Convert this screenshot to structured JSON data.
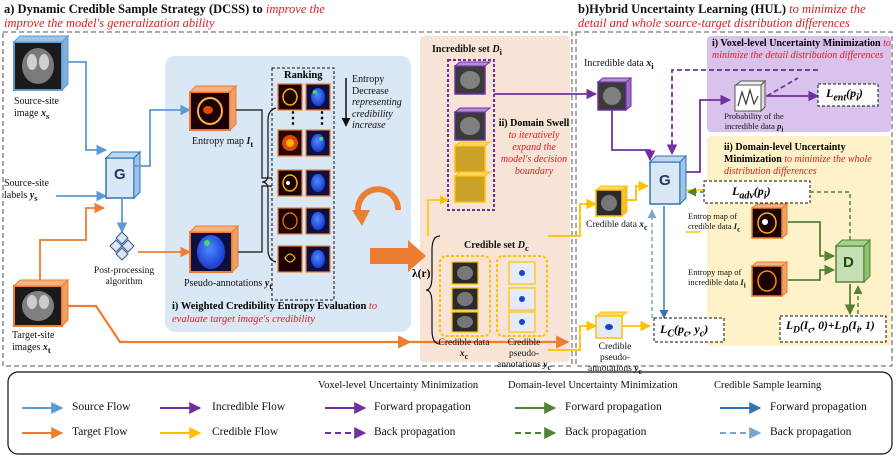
{
  "section_a": {
    "title": "a) Dynamic Credible Sample Strategy (DCSS) to",
    "subtitle": "improve the model's generalization ability"
  },
  "section_b": {
    "title": "b)Hybrid Uncertainty Learning (HUL)",
    "subtitle_lead": "to minimize the",
    "subtitle_rest": "detail and whole source-target distribution differences"
  },
  "left": {
    "source_image": "Source-site image",
    "source_image_var": "x",
    "source_image_sub": "s",
    "source_labels": "Source-site labels",
    "source_labels_var": "y",
    "source_labels_sub": "s",
    "target_images": "Target-site images",
    "target_images_var": "x",
    "target_images_sub": "t",
    "post_processing": "Post-processing algorithm",
    "G_label": "G"
  },
  "panel_blue": {
    "entropy_map": "Entropy map",
    "entropy_var": "I",
    "entropy_sub": "t",
    "pseudo_annotations": "Pseudo-annotations",
    "pseudo_var": "y",
    "pseudo_sub": "t",
    "ranking": "Ranking",
    "entropy_decrease": "Entropy Decrease",
    "credibility_note": "representing credibility increase",
    "wce_title": "i) Weighted Credibility Entropy Evaluation",
    "wce_tail": "to",
    "wce_sub": "evaluate target image's credibility",
    "dots": "⋮"
  },
  "panel_peach": {
    "incredible_set": "Incredible set",
    "incredible_var": "D",
    "incredible_sub": "i",
    "domain_swell": "ii) Domain Swell",
    "domain_swell_desc": "to iteratively expand the model's decision boundary",
    "credible_set": "Credible set",
    "credible_var": "D",
    "credible_sub": "c",
    "lambda": "λ(r)",
    "credible_data": "Credible data",
    "credible_data_var": "x",
    "credible_data_sub": "c",
    "credible_pseudo": "Credible pseudo-annotations",
    "credible_pseudo_var": "y",
    "credible_pseudo_sub": "c"
  },
  "right": {
    "incredible_data": "Incredible data",
    "incredible_data_var": "x",
    "incredible_data_sub": "i",
    "credible_data": "Credible data",
    "credible_data_var": "x",
    "credible_data_sub": "c",
    "credible_pseudo": "Credible pseudo-annotations",
    "credible_pseudo_var": "y",
    "credible_pseudo_sub": "c",
    "voxel_title": "i) Voxel-level Uncertainty Minimization",
    "voxel_tail": "to",
    "voxel_sub": "minimize the detail distribution differences",
    "prob_label": "Probability of the incredible data",
    "prob_var": "p",
    "prob_sub": "i",
    "L_ent": "L",
    "L_ent_sub": "ent",
    "L_ent_arg": "(p",
    "L_ent_arg_sub": "i",
    "domain_title": "ii) Domain-level Uncertainty Minimization",
    "domain_tail": "to minimize the whole distribution differences",
    "L_adv": "L",
    "L_adv_sub": "adv",
    "L_adv_arg": "(p",
    "L_adv_arg_sub": "i",
    "entropy_credible": "Entrop map of credible data",
    "entropy_credible_var": "I",
    "entropy_credible_sub": "c",
    "entropy_incredible": "Entropy map of incredible data",
    "entropy_incredible_var": "I",
    "entropy_incredible_sub": "i",
    "D_label": "D",
    "L_D": "L",
    "L_D_sub": "D",
    "L_D_a": "(I",
    "L_D_a_sub": "c",
    "L_D_b": ", 0)+L",
    "L_D_b_sub": "D",
    "L_D_c": "(I",
    "L_D_c_sub": "i",
    "L_D_d": ", 1)",
    "L_C": "L",
    "L_C_sub": "C",
    "L_C_a": "(p",
    "L_C_a_sub": "c",
    "L_C_b": ", y",
    "L_C_b_sub": "c",
    "L_C_c": ")",
    "G_label": "G",
    "dots": "⋮"
  },
  "legend": {
    "header_voxel": "Voxel-level Uncertainty Minimization",
    "header_domain": "Domain-level Uncertainty Minimization",
    "header_credible": "Credible Sample learning",
    "source_flow": "Source Flow",
    "target_flow": "Target Flow",
    "incredible_flow": "Incredible Flow",
    "credible_flow": "Credible Flow",
    "voxel_forward": "Forward propagation",
    "voxel_back": "Back propagation",
    "domain_forward": "Forward propagation",
    "domain_back": "Back propagation",
    "credible_forward": "Forward propagation",
    "credible_back": "Back propagation"
  },
  "colors": {
    "source_flow": "#5b9bd5",
    "target_flow": "#ed7d31",
    "incredible_flow": "#7030a0",
    "credible_flow": "#ffc000",
    "domain_flow": "#548235",
    "credible_learning": "#2e75b6",
    "panel_blue": "#dae7f5",
    "panel_peach": "#f8e4d6",
    "panel_purple": "#d9c3ec",
    "panel_yellow": "#fff2c8",
    "accent_red": "#d92020"
  }
}
